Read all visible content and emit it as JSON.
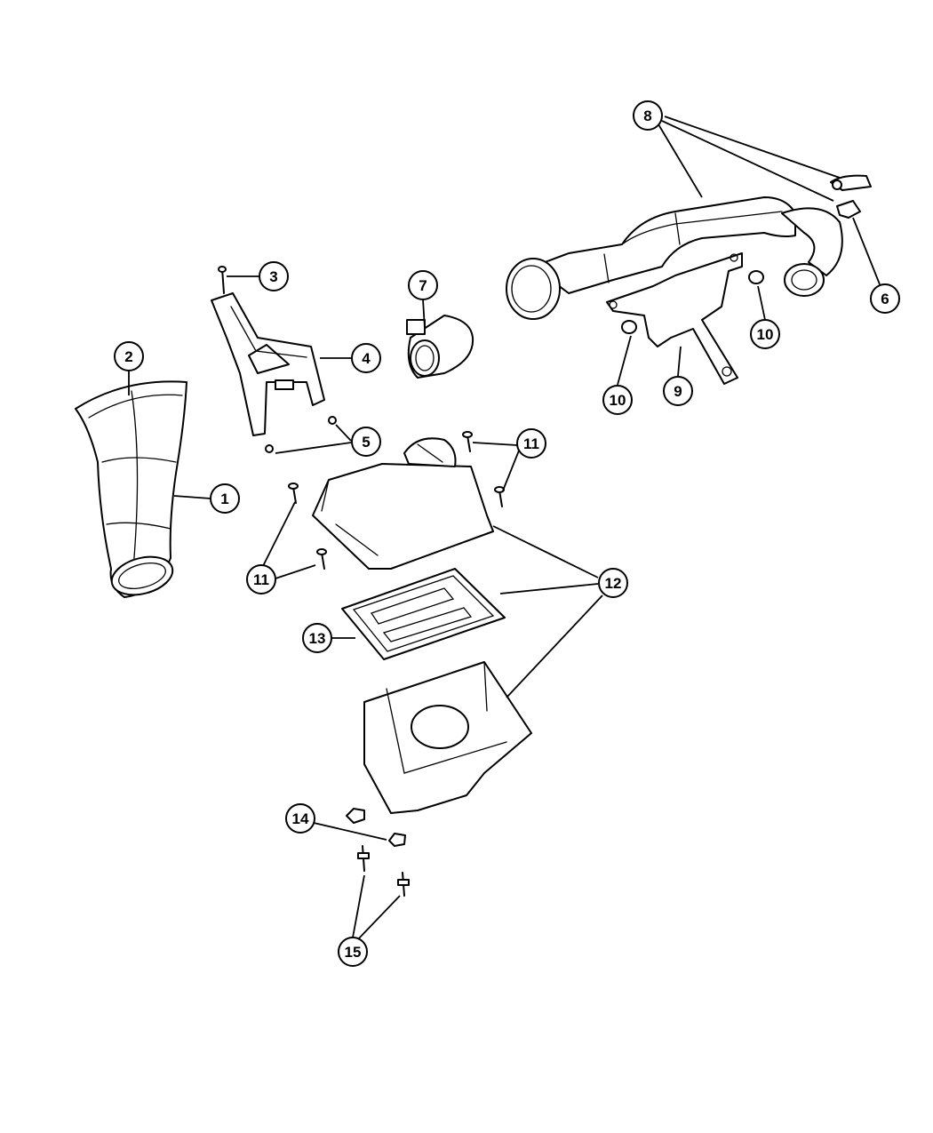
{
  "callouts": {
    "c1": "1",
    "c2": "2",
    "c3": "3",
    "c4": "4",
    "c5": "5",
    "c6": "6",
    "c7": "7",
    "c8": "8",
    "c9": "9",
    "c10a": "10",
    "c10b": "10",
    "c11a": "11",
    "c11b": "11",
    "c12": "12",
    "c13": "13",
    "c14": "14",
    "c15": "15"
  }
}
